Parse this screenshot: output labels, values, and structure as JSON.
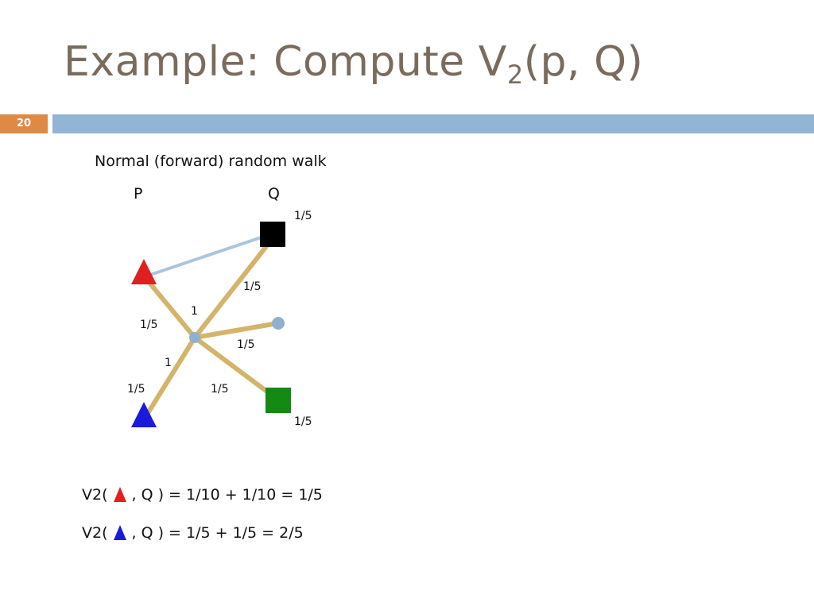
{
  "slide": {
    "title_main": "Example: Compute V",
    "title_sub": "2",
    "title_tail": "(p, Q)",
    "number": "20"
  },
  "diagram": {
    "subtitle": "Normal (forward) random walk",
    "col_p": "P",
    "col_q": "Q",
    "edge_labels": {
      "q_top": "1/5",
      "q_edge": "1/5",
      "center_one_top": "1",
      "red_edge": "1/5",
      "blue_edge_mid": "1/5",
      "center_one_bottom": "1",
      "blue_edge": "1/5",
      "green_edge": "1/5",
      "green_bottom": "1/5"
    },
    "colors": {
      "edge": "#d4b46a",
      "light_edge": "#a9c6dd",
      "red": "#e02020",
      "blue": "#1a1adf",
      "green": "#138a13",
      "black": "#000000",
      "hub": "#8fb0cf"
    }
  },
  "equations": [
    {
      "prefix": "V2(",
      "suffix": " , Q ) = 1/10 + 1/10 = 1/5",
      "marker": "red-triangle"
    },
    {
      "prefix": "V2(",
      "suffix": " , Q ) = 1/5 + 1/5 = 2/5",
      "marker": "blue-triangle"
    }
  ]
}
